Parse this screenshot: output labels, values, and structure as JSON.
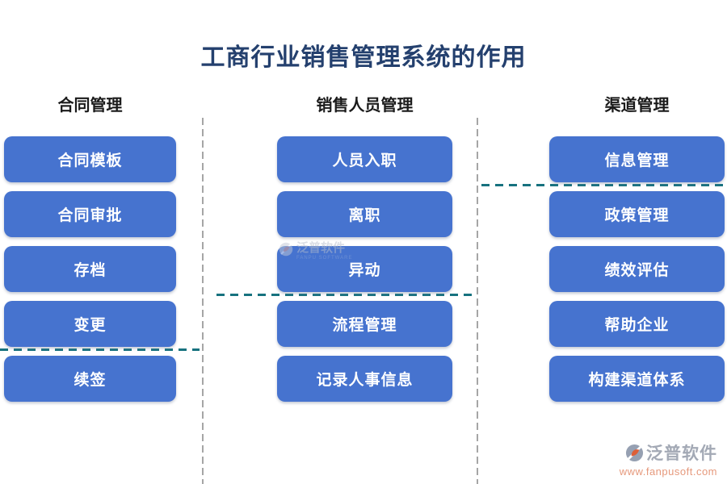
{
  "title": "工商行业销售管理系统的作用",
  "columns": [
    {
      "header": "合同管理",
      "items": [
        "合同模板",
        "合同审批",
        "存档",
        "变更",
        "续签"
      ]
    },
    {
      "header": "销售人员管理",
      "items": [
        "人员入职",
        "离职",
        "异动",
        "流程管理",
        "记录人事信息"
      ]
    },
    {
      "header": "渠道管理",
      "items": [
        "信息管理",
        "政策管理",
        "绩效评估",
        "帮助企业",
        "构建渠道体系"
      ]
    }
  ],
  "watermark": {
    "name": "泛普软件",
    "caption": "FANPU SOFTWARE"
  },
  "brand": {
    "name": "泛普软件",
    "url": "www.fanpusoft.com"
  },
  "colors": {
    "node_blue": "#4673cf",
    "title_navy": "#24406e",
    "teal_dash": "#17727f",
    "gray_dash": "#a6a6a6",
    "brand_gray": "#a3a9b5",
    "brand_orange": "#e6997c"
  }
}
